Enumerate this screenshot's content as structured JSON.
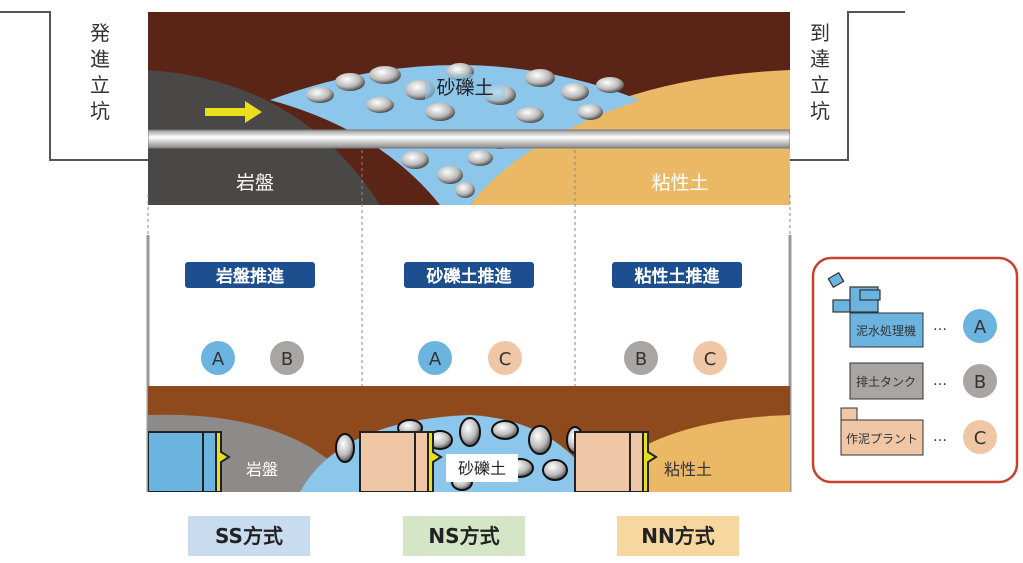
{
  "shafts": {
    "start": [
      "発",
      "進",
      "立",
      "坑"
    ],
    "arrival": [
      "到",
      "達",
      "立",
      "坑"
    ]
  },
  "top_diagram": {
    "gravel_label": "砂礫土",
    "soil_labels": [
      "岩盤",
      "粘性土"
    ]
  },
  "methods": [
    {
      "badge": "岩盤推進",
      "circles": [
        "A",
        "B"
      ],
      "ground": "岩盤",
      "name": "SS方式"
    },
    {
      "badge": "砂礫土推進",
      "circles": [
        "A",
        "C"
      ],
      "ground": "砂礫土",
      "name": "NS方式"
    },
    {
      "badge": "粘性土推進",
      "circles": [
        "B",
        "C"
      ],
      "ground": "粘性土",
      "name": "NN方式"
    }
  ],
  "legend": {
    "items": [
      {
        "label": "泥水処理機",
        "dots": "…",
        "key": "A"
      },
      {
        "label": "排土タンク",
        "dots": "…",
        "key": "B"
      },
      {
        "label": "作泥プラント",
        "dots": "…",
        "key": "C"
      }
    ]
  },
  "colors": {
    "A": "#6cb4e0",
    "B": "#a8a5a2",
    "C": "#efc7a6",
    "badge": "#1d4f8f",
    "brown_top": "#5a2416",
    "brown_bottom": "#8e4a1c",
    "rock": "#4a4846",
    "clay": "#ebb865",
    "gravel_water": "#8cc6ea",
    "legend_border": "#c8402e",
    "ss": "#c9dcef",
    "ns": "#d5e6c6",
    "nn": "#f6d7a0"
  }
}
